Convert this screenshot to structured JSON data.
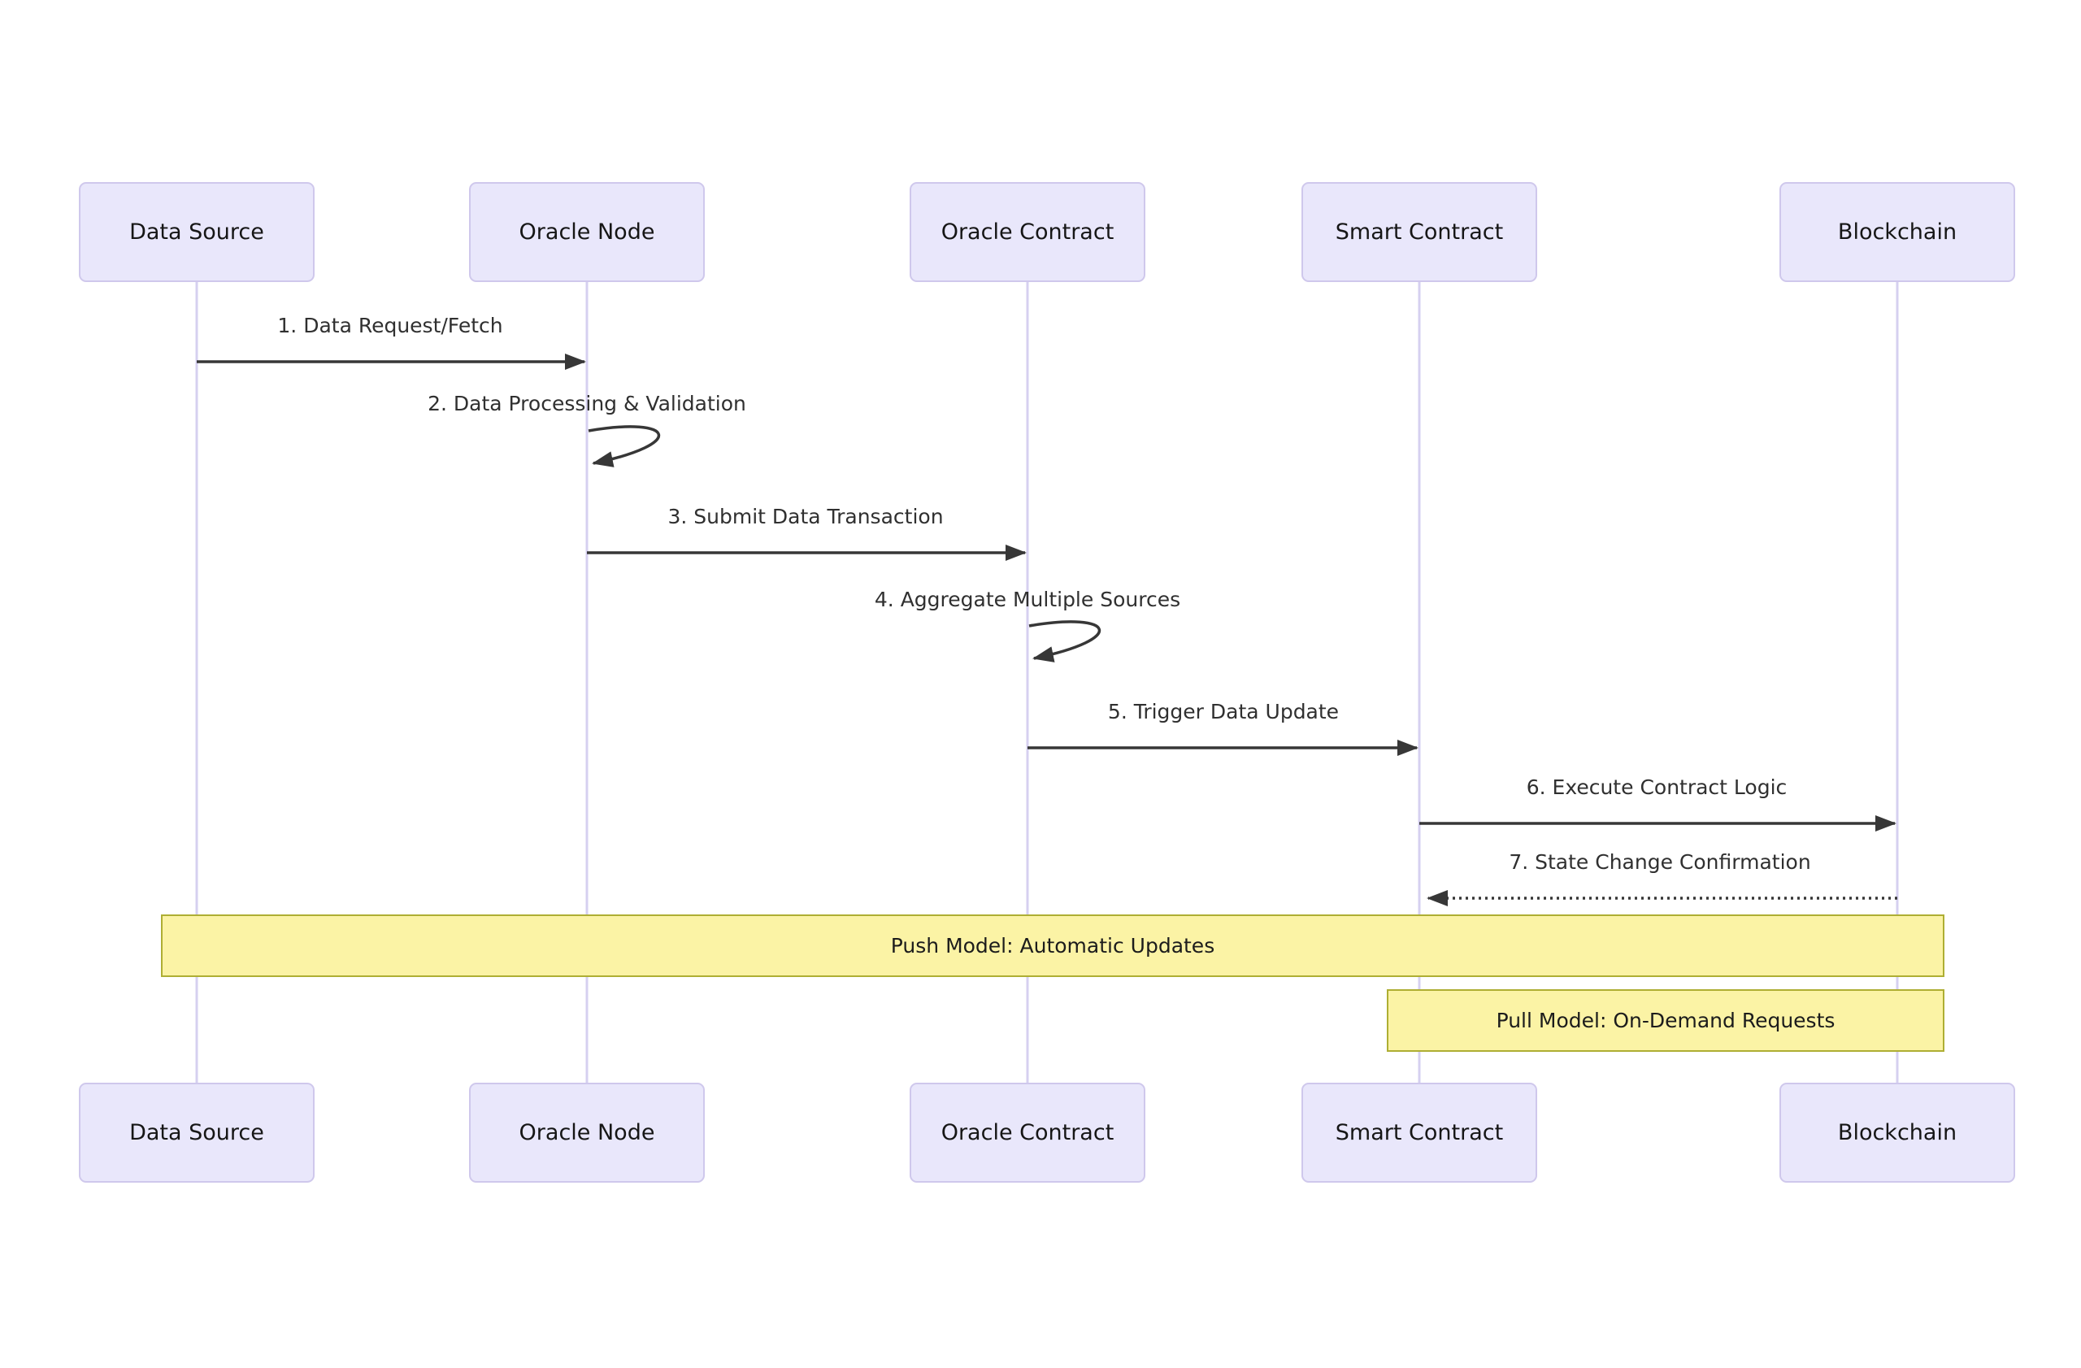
{
  "colors": {
    "actor_fill": "#e9e7fb",
    "actor_border": "#cfc8ec",
    "lifeline": "#d6d0f0",
    "arrow": "#373737",
    "note_fill": "#fbf3a5",
    "note_border": "#aeae33",
    "background": "#ffffff"
  },
  "actors": [
    {
      "label": "Data Source"
    },
    {
      "label": "Oracle Node"
    },
    {
      "label": "Oracle Contract"
    },
    {
      "label": "Smart Contract"
    },
    {
      "label": "Blockchain"
    }
  ],
  "messages": [
    {
      "label": "1. Data Request/Fetch",
      "from": "Data Source",
      "to": "Oracle Node",
      "style": "solid"
    },
    {
      "label": "2. Data Processing & Validation",
      "from": "Oracle Node",
      "to": "Oracle Node",
      "style": "self"
    },
    {
      "label": "3. Submit Data Transaction",
      "from": "Oracle Node",
      "to": "Oracle Contract",
      "style": "solid"
    },
    {
      "label": "4. Aggregate Multiple Sources",
      "from": "Oracle Contract",
      "to": "Oracle Contract",
      "style": "self"
    },
    {
      "label": "5. Trigger Data Update",
      "from": "Oracle Contract",
      "to": "Smart Contract",
      "style": "solid"
    },
    {
      "label": "6. Execute Contract Logic",
      "from": "Smart Contract",
      "to": "Blockchain",
      "style": "solid"
    },
    {
      "label": "7. State Change Confirmation",
      "from": "Blockchain",
      "to": "Smart Contract",
      "style": "dashed"
    }
  ],
  "notes": [
    {
      "label": "Push Model: Automatic Updates",
      "over": "Data Source to Blockchain"
    },
    {
      "label": "Pull Model: On-Demand Requests",
      "over": "Smart Contract to Blockchain"
    }
  ]
}
